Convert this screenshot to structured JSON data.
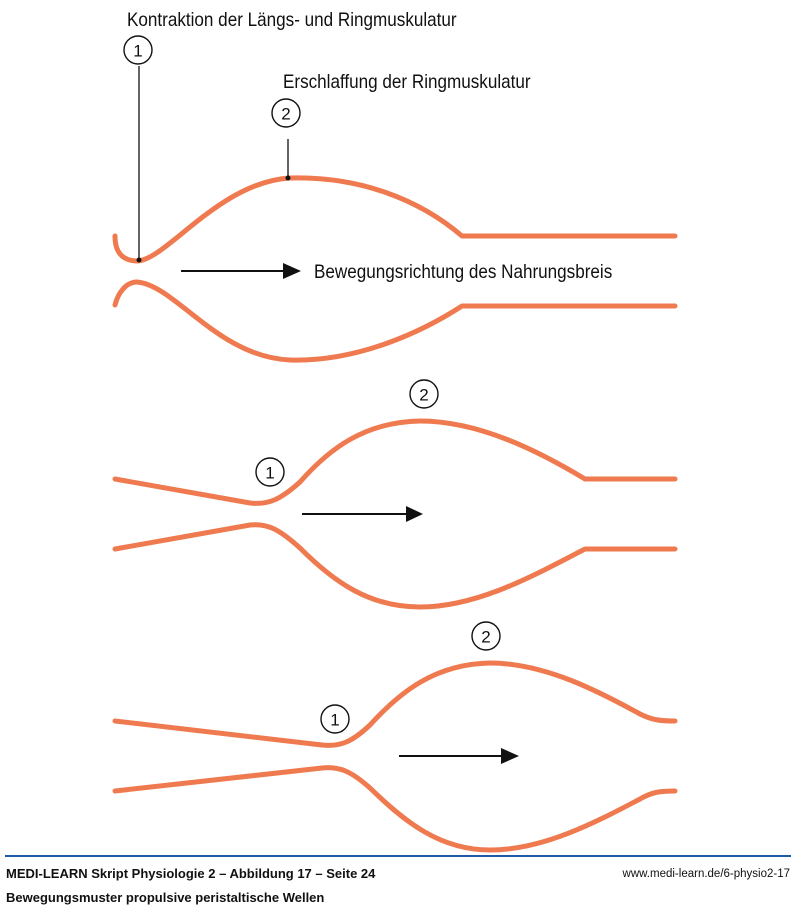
{
  "diagram": {
    "labels": {
      "contraction": "Kontraktion der Längs- und Ringmuskulatur",
      "relaxation": "Erschlaffung der Ringmuskulatur",
      "direction": "Bewegungsrichtung des Nahrungsbreis"
    },
    "markers": {
      "one": "1",
      "two": "2"
    },
    "stages": [
      {
        "stage": "top",
        "markers": [
          "1",
          "2"
        ]
      },
      {
        "stage": "middle",
        "markers": [
          "1",
          "2"
        ]
      },
      {
        "stage": "bottom",
        "markers": [
          "1",
          "2"
        ]
      }
    ],
    "colors": {
      "tube": "#ef7a50",
      "footer_rule": "#1f5aa6",
      "ink": "#111111"
    }
  },
  "footer": {
    "title": "MEDI-LEARN Skript Physiologie 2 – Abbildung 17 – Seite 24",
    "subtitle": "Bewegungsmuster propulsive peristaltische Wellen",
    "url": "www.medi-learn.de/6-physio2-17"
  }
}
